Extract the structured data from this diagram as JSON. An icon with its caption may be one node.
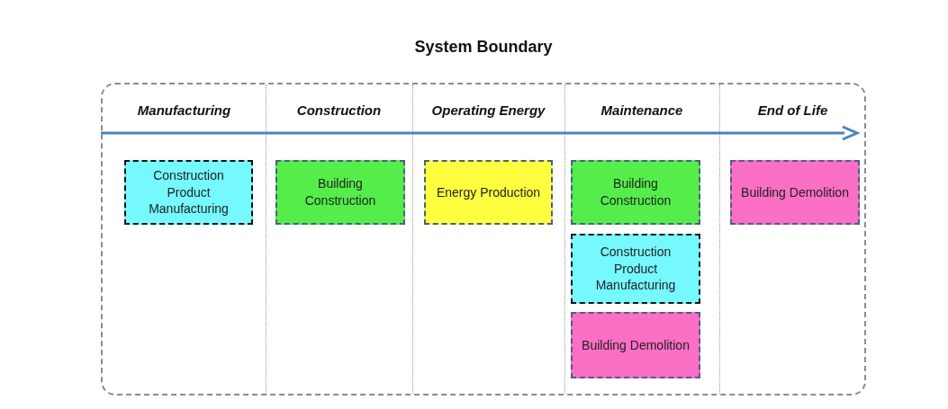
{
  "diagram": {
    "nodes": [
      {
        "text": [
          "System Boundary"
        ]
      },
      {
        "text": [
          "Construction Product Manufacturing"
        ],
        "in": 0
      },
      {
        "text": [
          "Building Construction"
        ],
        "in": 0
      },
      {
        "text": [
          "Energy Production"
        ],
        "in": 0
      },
      {
        "text": [
          "Building Construction"
        ],
        "in": 0
      },
      {
        "text": [
          "Building Demolition"
        ],
        "in": 0
      },
      {
        "text": [
          "Construction Product Manufacturing"
        ],
        "in": 0
      },
      {
        "text": [
          "Building Demolition"
        ],
        "in": 0
      }
    ],
    "labels": [
      "Manufacturing",
      "Construction",
      "Operating Energy",
      "Maintenance",
      "End of Life"
    ]
  }
}
